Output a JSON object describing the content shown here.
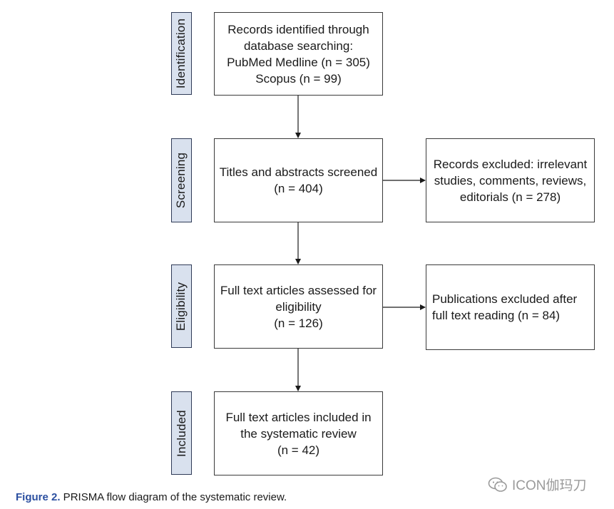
{
  "stages": {
    "identification": "Identification",
    "screening": "Screening",
    "eligibility": "Eligibility",
    "included": "Included"
  },
  "boxes": {
    "identified": [
      "Records identified through",
      "database searching:",
      "PubMed Medline (n = 305)",
      "Scopus (n = 99)"
    ],
    "screened": [
      "Titles and abstracts screened",
      "(n = 404)"
    ],
    "excluded_records": [
      "Records excluded: irrelevant",
      "studies, comments, reviews,",
      "editorials (n = 278)"
    ],
    "assessed": [
      "Full text articles assessed for",
      "eligibility",
      "(n = 126)"
    ],
    "excluded_publications": [
      "Publications excluded after",
      "full text reading (n = 84)"
    ],
    "included": [
      "Full text articles included in",
      "the systematic review",
      "(n = 42)"
    ]
  },
  "caption": {
    "figure_label": "Figure 2.",
    "text": " PRISMA flow diagram of the systematic review."
  },
  "watermark": {
    "text": "ICON伽玛刀",
    "icon": "wechat-logo-icon"
  }
}
